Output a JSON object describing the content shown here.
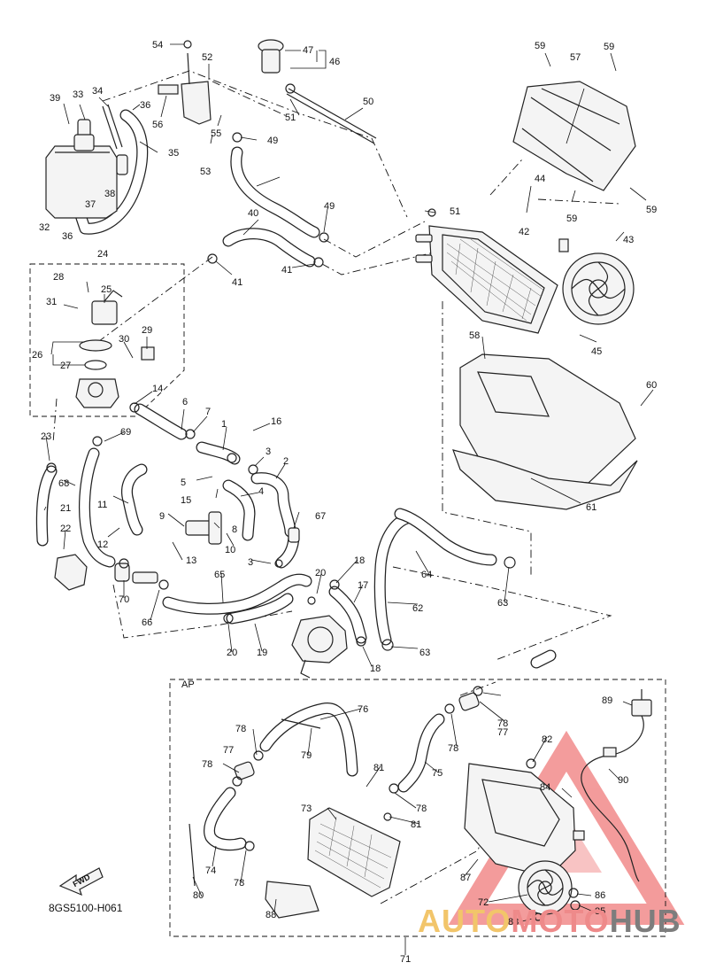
{
  "diagram": {
    "reference_code": "8GS5100-H061",
    "fwd_label": "FWD",
    "ap_label": "AP",
    "watermark": {
      "part1": "AUTO",
      "part2": "MOTO",
      "part3": "HUB"
    },
    "callouts": {
      "c1": "1",
      "c2": "2",
      "c3": "3",
      "c3b": "3",
      "c4": "4",
      "c5": "5",
      "c6": "6",
      "c7": "7",
      "c8": "8",
      "c9": "9",
      "c10": "10",
      "c11": "11",
      "c12": "12",
      "c13": "13",
      "c14": "14",
      "c15": "15",
      "c16": "16",
      "c17": "17",
      "c18": "18",
      "c18b": "18",
      "c19": "19",
      "c20": "20",
      "c20b": "20",
      "c21": "21",
      "c22": "22",
      "c23": "23",
      "c24": "24",
      "c25": "25",
      "c26": "26",
      "c27": "27",
      "c28": "28",
      "c29": "29",
      "c30": "30",
      "c31": "31",
      "c32": "32",
      "c33": "33",
      "c34": "34",
      "c35": "35",
      "c36": "36",
      "c36b": "36",
      "c37": "37",
      "c38": "38",
      "c39": "39",
      "c40": "40",
      "c41": "41",
      "c41b": "41",
      "c42": "42",
      "c43": "43",
      "c44": "44",
      "c45": "45",
      "c46": "46",
      "c47": "47",
      "c49": "49",
      "c49b": "49",
      "c50": "50",
      "c51": "51",
      "c51b": "51",
      "c52": "52",
      "c53": "53",
      "c54": "54",
      "c55": "55",
      "c56": "56",
      "c57": "57",
      "c58": "58",
      "c59": "59",
      "c59b": "59",
      "c59c": "59",
      "c59d": "59",
      "c60": "60",
      "c61": "61",
      "c62": "62",
      "c63": "63",
      "c63b": "63",
      "c64": "64",
      "c65": "65",
      "c66": "66",
      "c67": "67",
      "c68": "68",
      "c69": "69",
      "c70": "70",
      "c71": "71",
      "c72": "72",
      "c73": "73",
      "c74": "74",
      "c75": "75",
      "c76": "76",
      "c77": "77",
      "c77b": "77",
      "c78": "78",
      "c78b": "78",
      "c78c": "78",
      "c78d": "78",
      "c78e": "78",
      "c78f": "78",
      "c79": "79",
      "c80": "80",
      "c81": "81",
      "c81b": "81",
      "c82": "82",
      "c83": "83",
      "c84": "84",
      "c85": "85",
      "c86": "86",
      "c87": "87",
      "c88": "88",
      "c89": "89",
      "c90": "90"
    }
  }
}
